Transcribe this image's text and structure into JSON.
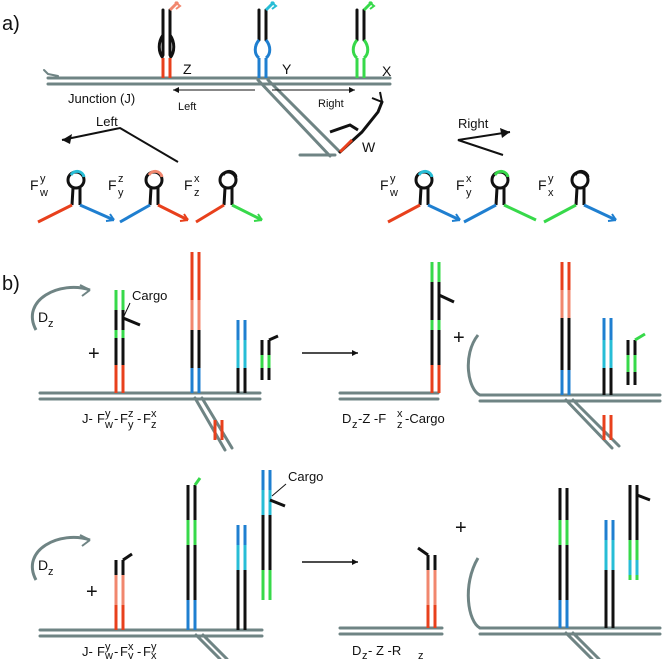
{
  "panel_a": {
    "label": "a)",
    "arm_labels": {
      "z": "Z",
      "y": "Y",
      "x": "X",
      "w": "W"
    },
    "junction_label": "Junction (J)",
    "left_small": "Left",
    "right_small": "Right",
    "left_big": "Left",
    "right_big": "Right",
    "fuel_base": "F",
    "fuels_left": [
      {
        "sub": "w",
        "sup": "y"
      },
      {
        "sub": "y",
        "sup": "z"
      },
      {
        "sub": "z",
        "sup": "x"
      }
    ],
    "fuels_right": [
      {
        "sub": "w",
        "sup": "y"
      },
      {
        "sub": "y",
        "sup": "x"
      },
      {
        "sub": "x",
        "sup": "y"
      }
    ]
  },
  "panel_b": {
    "label": "b)",
    "cargo": "Cargo",
    "plus": "+",
    "drive_base": "D",
    "drive_sub": "z",
    "row1_junction": {
      "base": "J-",
      "terms": [
        {
          "base": "F",
          "sub": "w",
          "sup": "y"
        },
        {
          "base": "F",
          "sub": "y",
          "sup": "z"
        },
        {
          "base": "F",
          "sub": "z",
          "sup": "x"
        }
      ]
    },
    "row1_product": "-Z -F",
    "row1_product_sub": "z",
    "row1_product_sup": "x",
    "row1_product_tail": "-Cargo",
    "row2_junction": {
      "base": "J-",
      "terms": [
        {
          "base": "F",
          "sub": "w",
          "sup": "y"
        },
        {
          "base": "F",
          "sub": "y",
          "sup": "x"
        },
        {
          "base": "F",
          "sub": "x",
          "sup": "y"
        }
      ]
    },
    "row2_product": "- Z -R",
    "row2_product_sub": "z"
  },
  "colors": {
    "orange": "#f1876e",
    "red": "#e8401c",
    "cyan": "#27bdd6",
    "blue": "#1f7fd0",
    "green": "#37d94a",
    "track": "#6f8484",
    "black": "#111111"
  }
}
